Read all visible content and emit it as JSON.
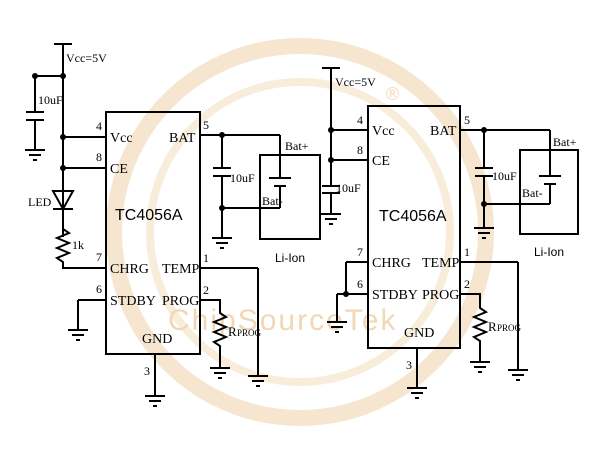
{
  "watermark": {
    "brand_text": "",
    "brand_latin": "ChipSourceTek",
    "registered": "®"
  },
  "left": {
    "vcc": "Vcc=5V",
    "cap_input": "10uF",
    "led": "LED",
    "res_led": "1k",
    "ic_name": "TC4056A",
    "pins": {
      "vcc": "Vcc",
      "ce": "CE",
      "chrg": "CHRG",
      "stdby": "STDBY",
      "gnd": "GND",
      "bat": "BAT",
      "temp": "TEMP",
      "prog": "PROG"
    },
    "pin_numbers": {
      "vcc": "4",
      "ce": "8",
      "chrg": "7",
      "stdby": "6",
      "gnd": "3",
      "bat": "5",
      "temp": "1",
      "prog": "2"
    },
    "cap_bat": "10uF",
    "battery_plus": "Bat+",
    "battery_minus": "Bat-",
    "battery_type": "Li-Ion",
    "r_prog": "R",
    "r_prog_sub": "PROG"
  },
  "right": {
    "vcc": "Vcc=5V",
    "cap_input": "10uF",
    "ic_name": "TC4056A",
    "pins": {
      "vcc": "Vcc",
      "ce": "CE",
      "chrg": "CHRG",
      "stdby": "STDBY",
      "gnd": "GND",
      "bat": "BAT",
      "temp": "TEMP",
      "prog": "PROG"
    },
    "pin_numbers": {
      "vcc": "4",
      "ce": "8",
      "chrg": "7",
      "stdby": "6",
      "gnd": "3",
      "bat": "5",
      "temp": "1",
      "prog": "2"
    },
    "cap_bat": "10uF",
    "battery_plus": "Bat+",
    "battery_minus": "Bat-",
    "battery_type": "Li-Ion",
    "r_prog": "R",
    "r_prog_sub": "PROG"
  }
}
